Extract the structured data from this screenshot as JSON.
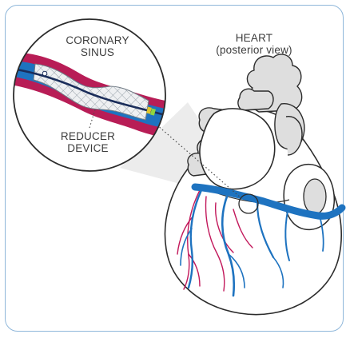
{
  "heart_label": {
    "line1": "HEART",
    "line2": "(posterior view)"
  },
  "sinus_label": {
    "line1": "CORONARY",
    "line2": "SINUS"
  },
  "device_label": {
    "line1": "REDUCER",
    "line2": "DEVICE"
  },
  "colors": {
    "frame": "#8fb7da",
    "outline": "#2b2b2b",
    "heart_fill": "#ffffff",
    "chamber_fill": "#dedede",
    "vein": "#1e73c0",
    "artery": "#c2185b",
    "vessel_wall": "#b81d56",
    "device_mesh": "#9aa3ab",
    "catheter": "#1a2d5a",
    "marker": "#8fd63f",
    "beam": "#e9e9e9"
  }
}
